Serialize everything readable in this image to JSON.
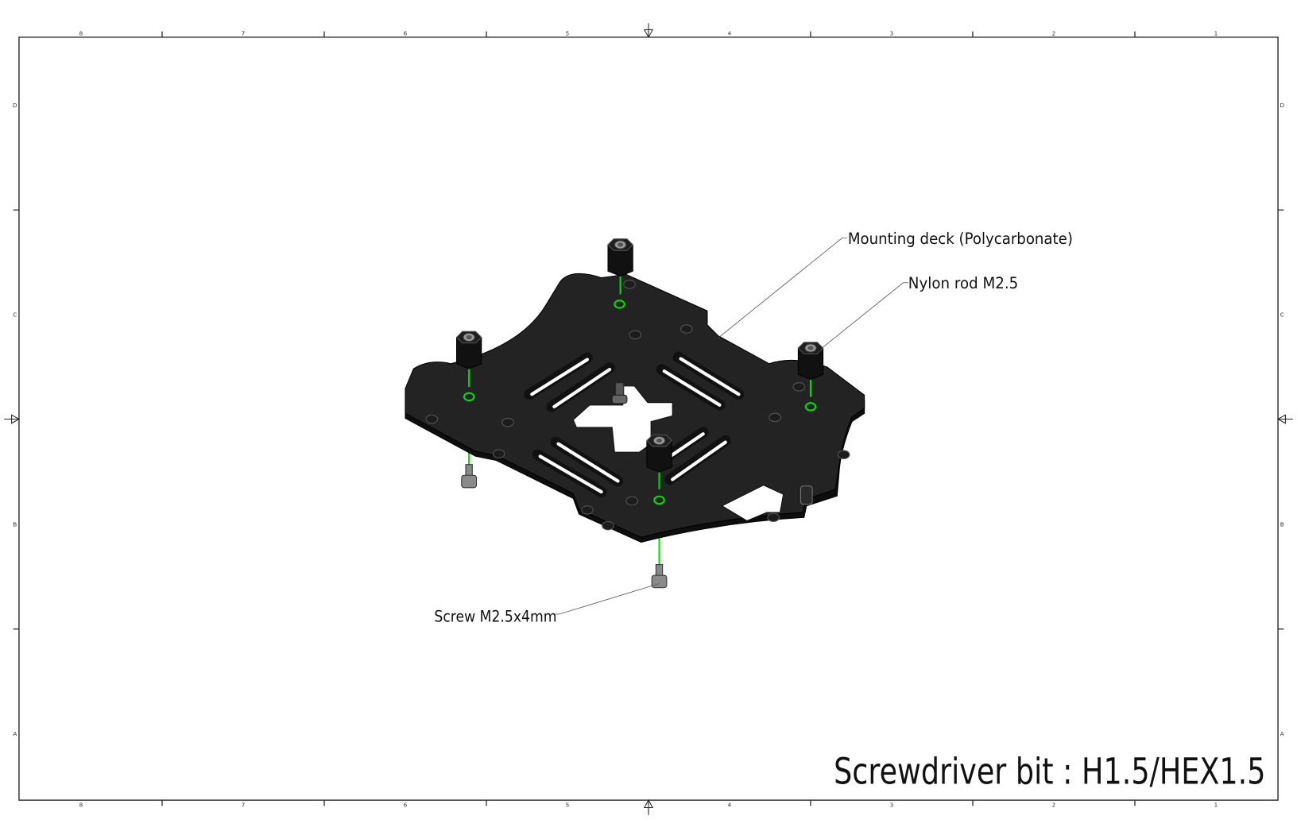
{
  "sheet": {
    "columns": [
      "8",
      "7",
      "6",
      "5",
      "4",
      "3",
      "2",
      "1"
    ],
    "rows": [
      "D",
      "C",
      "B",
      "A"
    ]
  },
  "callouts": {
    "deck": "Mounting deck (Polycarbonate)",
    "rod": "Nylon rod M2.5",
    "screw": "Screw M2.5x4mm"
  },
  "note": "Screwdriver bit : H1.5/HEX1.5",
  "colors": {
    "plate": "#202020",
    "axis_line": "#00e000",
    "frame": "#222222"
  }
}
